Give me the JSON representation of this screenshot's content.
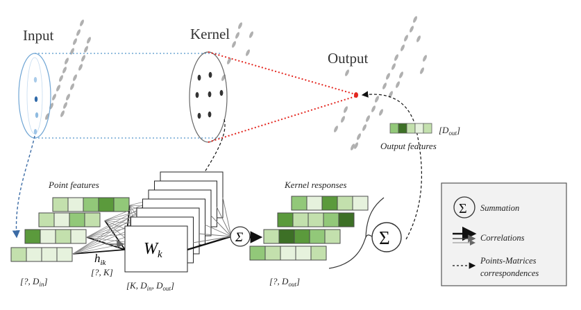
{
  "titles": {
    "input": "Input",
    "kernel": "Kernel",
    "output": "Output"
  },
  "labels": {
    "point_features": "Point features",
    "kernel_responses": "Kernel responses",
    "output_features": "Output features",
    "w_main": "W",
    "w_sub": "k",
    "h_main": "h",
    "h_sub": "ik",
    "sum_symbol": "Σ"
  },
  "dims": {
    "din_pre": "[?, D",
    "din_sub": "in",
    "din_post": "]",
    "k_label": "[?, K]",
    "wk_pre": "[K, D",
    "wk_sub1": "in",
    "wk_mid": ", D",
    "wk_sub2": "out",
    "wk_post": "]",
    "dout_pre": "[?, D",
    "dout_sub": "out",
    "dout_post": "]",
    "of_pre": "[D",
    "of_sub": "out",
    "of_post": "]"
  },
  "legend": {
    "sum_symbol": "Σ",
    "summation": "Summation",
    "correlations": "Correlations",
    "correspondences_line1": "Points-Matrices",
    "correspondences_line2": "correspondences"
  },
  "colors": {
    "very_light": "#e6f2dd",
    "light": "#c3e0ad",
    "medium": "#92c879",
    "dark": "#5b9a3c",
    "darkest": "#3d7026",
    "input_blue": "#6fa5d4",
    "red_dot": "#e3261f",
    "blue_dashed": "#3b6ba5",
    "point_gray": "#b0b0b0"
  }
}
